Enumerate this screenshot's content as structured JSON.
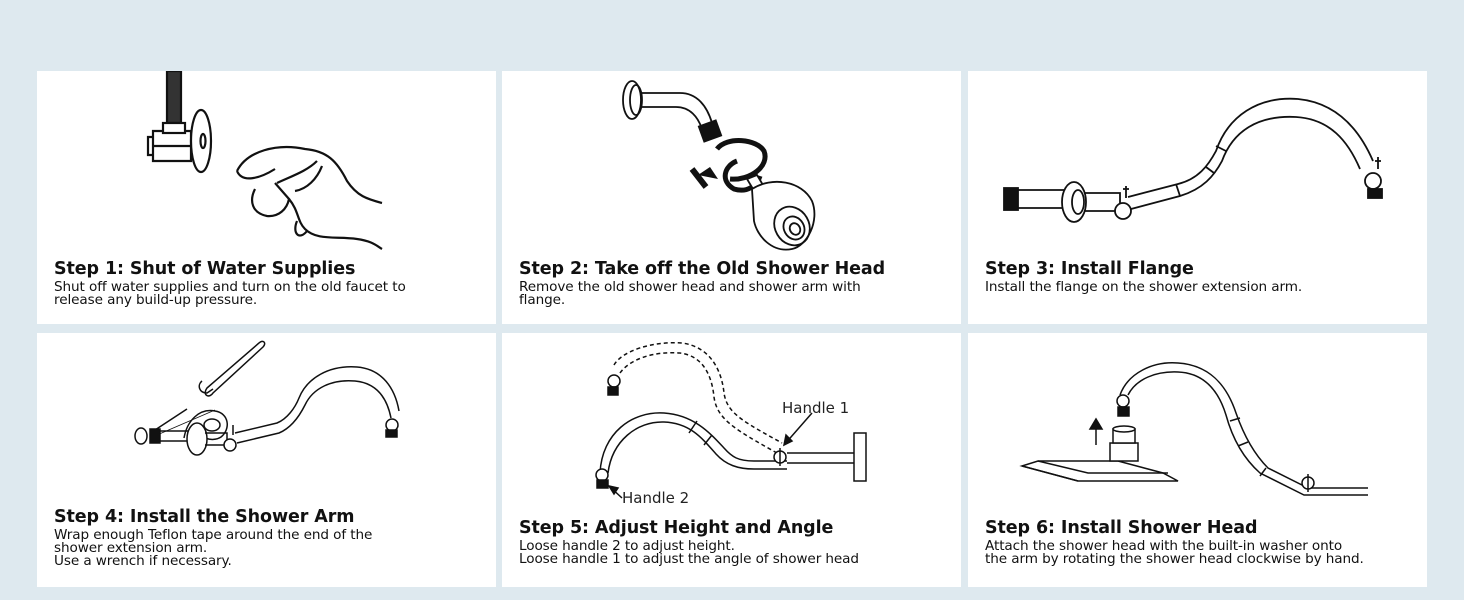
{
  "page": {
    "background_color": "#dee9ef",
    "panel_color": "#ffffff",
    "text_color": "#111111"
  },
  "steps": [
    {
      "title": "Step 1: Shut of Water Supplies",
      "description": "Shut off water supplies and turn on the old faucet to\nrelease any build-up pressure.",
      "illustration": "hand-turning-shutoff-valve-icon"
    },
    {
      "title": "Step 2: Take off the Old Shower Head",
      "description": "Remove the old shower head and shower arm with\nflange.",
      "illustration": "remove-old-shower-head-icon"
    },
    {
      "title": "Step 3: Install Flange",
      "description": "Install the flange on the shower extension arm.",
      "illustration": "flange-on-extension-arm-icon"
    },
    {
      "title": "Step 4: Install the Shower Arm",
      "description": "Wrap enough Teflon tape around the end of the\nshower extension arm.\nUse a wrench if necessary.",
      "illustration": "teflon-tape-and-wrench-icon"
    },
    {
      "title": "Step 5: Adjust Height and Angle",
      "description": "Loose handle 2 to adjust height.\nLoose handle 1 to adjust the angle of shower head",
      "illustration": "adjustable-arm-handles-icon",
      "labels": {
        "handle1": "Handle 1",
        "handle2": "Handle 2"
      }
    },
    {
      "title": "Step 6: Install Shower Head",
      "description": "Attach the shower head with the built-in washer onto\nthe arm by rotating the shower head clockwise by hand.",
      "illustration": "attach-rain-shower-head-icon"
    }
  ]
}
